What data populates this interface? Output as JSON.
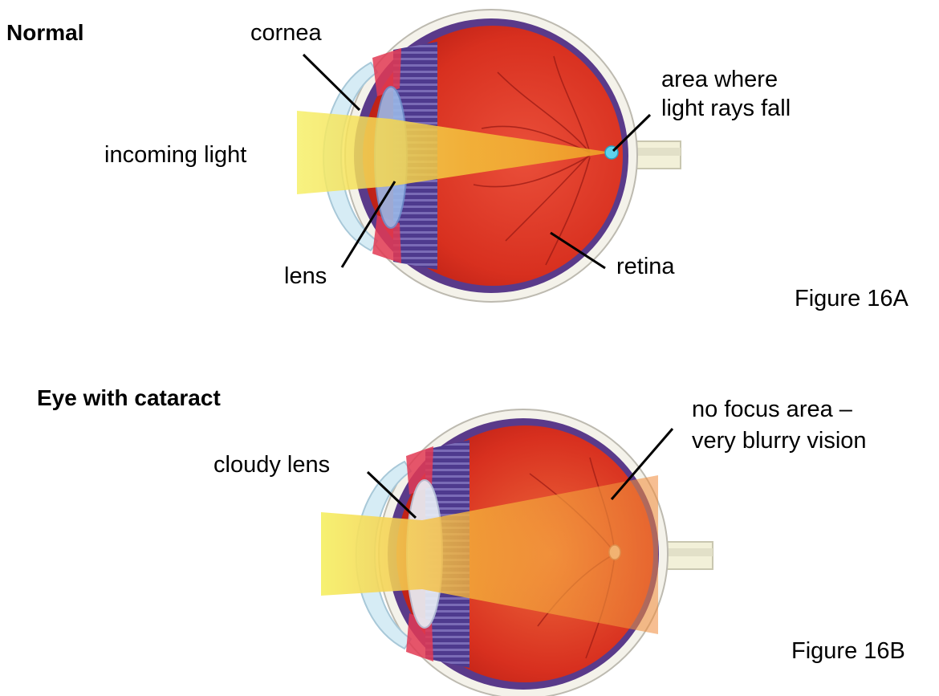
{
  "figure_a": {
    "heading": "Normal",
    "cornea": "cornea",
    "focus_line1": "area where",
    "focus_line2": "light rays fall",
    "incoming_light": "incoming light",
    "lens": "lens",
    "retina": "retina",
    "caption": "Figure 16A"
  },
  "figure_b": {
    "heading": "Eye with cataract",
    "cloudy_lens": "cloudy lens",
    "no_focus_line1": "no focus area –",
    "no_focus_line2": "very blurry vision",
    "caption": "Figure 16B"
  },
  "colors": {
    "sclera": "#f4f2ea",
    "choroid": "#5a3a8a",
    "vitreous": "#e0321e",
    "light_beam": "#f3f06a",
    "focus_point": "#5ed3ee",
    "cornea": "#d6ecf5"
  }
}
